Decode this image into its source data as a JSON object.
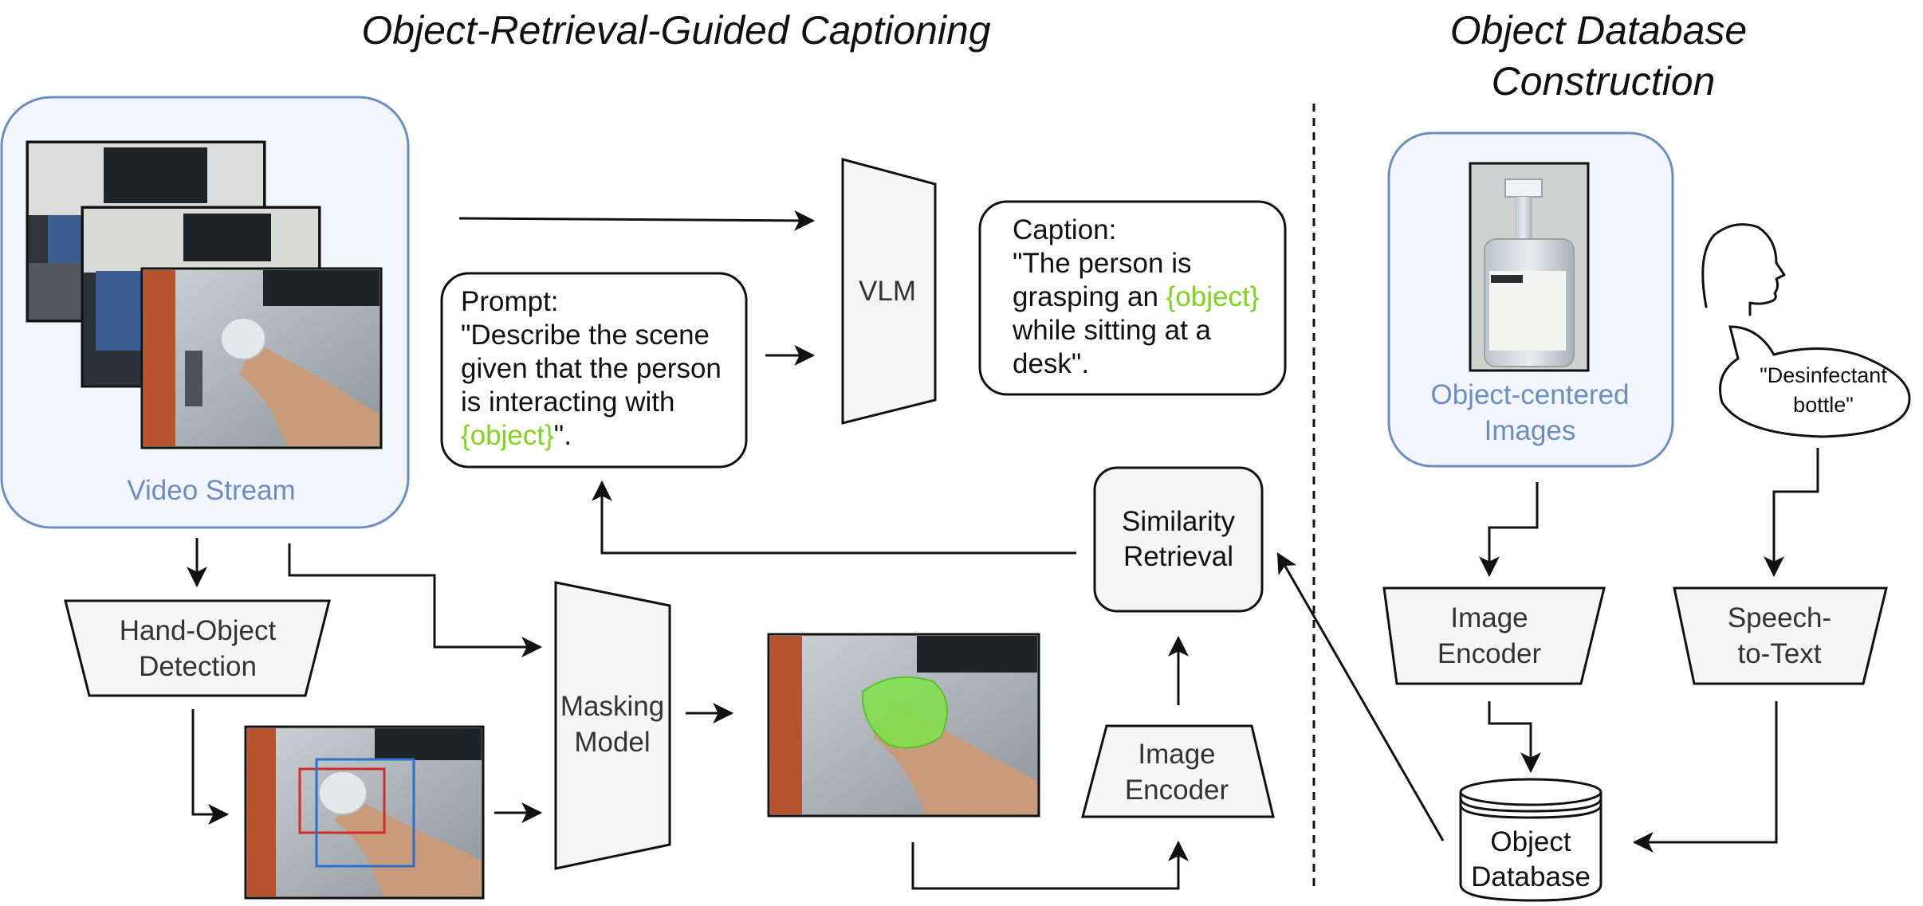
{
  "titles": {
    "left": "Object-Retrieval-Guided Captioning",
    "right_line1": "Object Database",
    "right_line2": "Construction"
  },
  "video_stream": {
    "label": "Video Stream"
  },
  "object_images": {
    "label_line1": "Object-centered",
    "label_line2": "Images"
  },
  "speech_bubble": {
    "line1": "\"Desinfectant",
    "line2": "bottle\""
  },
  "nodes": {
    "vlm": "VLM",
    "hand_object_line1": "Hand-Object",
    "hand_object_line2": "Detection",
    "masking_line1": "Masking",
    "masking_line2": "Model",
    "similarity_line1": "Similarity",
    "similarity_line2": "Retrieval",
    "image_encoder_left_line1": "Image",
    "image_encoder_left_line2": "Encoder",
    "image_encoder_right_line1": "Image",
    "image_encoder_right_line2": "Encoder",
    "speech_to_text_line1": "Speech-",
    "speech_to_text_line2": "to-Text",
    "object_db_line1": "Object",
    "object_db_line2": "Database"
  },
  "prompt": {
    "line1": "Prompt:",
    "line2": "\"Describe the scene",
    "line3": "given that the person",
    "line4": "is interacting with",
    "line5_highlight": "{object}",
    "line5_rest": "\"."
  },
  "caption": {
    "line1": "Caption:",
    "line2": "\"The person is",
    "line3_start": "grasping an ",
    "line3_highlight": "{object}",
    "line4": "while sitting at a",
    "line5": "desk\"."
  },
  "colors": {
    "accent_blue": "#6c8ebf",
    "panel_fill": "#f2f6fc",
    "highlight_green": "#7fd51b",
    "node_fill": "#f5f5f5"
  }
}
